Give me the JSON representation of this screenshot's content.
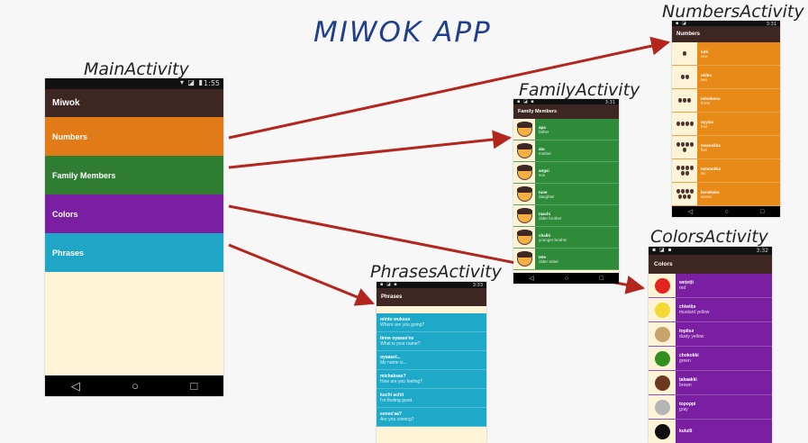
{
  "title": "MIWOK APP",
  "main": {
    "label": "MainActivity",
    "status_icons": "▾ ◪ ▮",
    "time": "1:55",
    "app_title": "Miwok",
    "categories": [
      {
        "label": "Numbers",
        "color": "#e07b17"
      },
      {
        "label": "Family Members",
        "color": "#2e7d32"
      },
      {
        "label": "Colors",
        "color": "#7b1fa2"
      },
      {
        "label": "Phrases",
        "color": "#1fa6c6"
      }
    ],
    "nav": {
      "back": "◁",
      "home": "○",
      "recents": "□"
    }
  },
  "numbers": {
    "label": "NumbersActivity",
    "status_icons": "▪ ◪",
    "time": "3:31",
    "app_title": "Numbers",
    "color": "#e88a17",
    "items": [
      {
        "miwok": "lutti",
        "english": "one",
        "count": 1
      },
      {
        "miwok": "otiiko",
        "english": "two",
        "count": 2
      },
      {
        "miwok": "tolookosu",
        "english": "three",
        "count": 3
      },
      {
        "miwok": "oyyisa",
        "english": "four",
        "count": 4
      },
      {
        "miwok": "massokka",
        "english": "five",
        "count": 5
      },
      {
        "miwok": "temmokka",
        "english": "six",
        "count": 6
      },
      {
        "miwok": "kenekaku",
        "english": "seven",
        "count": 7
      }
    ]
  },
  "family": {
    "label": "FamilyActivity",
    "status_icons": "▪ ◪ ▪",
    "time": "3:31",
    "app_title": "Family Members",
    "color": "#2e8b3a",
    "items": [
      {
        "miwok": "apa",
        "english": "father"
      },
      {
        "miwok": "ata",
        "english": "mother"
      },
      {
        "miwok": "angsi",
        "english": "son"
      },
      {
        "miwok": "tune",
        "english": "daughter"
      },
      {
        "miwok": "taachi",
        "english": "older brother"
      },
      {
        "miwok": "chaliti",
        "english": "younger brother"
      },
      {
        "miwok": "tete",
        "english": "older sister"
      }
    ]
  },
  "phrases": {
    "label": "PhrasesActivity",
    "status_icons": "▪ ◪ ▪",
    "time": "3:33",
    "app_title": "Phrases",
    "color": "#1fa9c9",
    "items": [
      {
        "miwok": "minto wuksus",
        "english": "Where are you going?"
      },
      {
        "miwok": "tinne oyaase'ne",
        "english": "What is your name?"
      },
      {
        "miwok": "oyaaset...",
        "english": "My name is..."
      },
      {
        "miwok": "michaksas?",
        "english": "How are you feeling?"
      },
      {
        "miwok": "kuchi achit",
        "english": "I'm feeling good."
      },
      {
        "miwok": "eenes'aa?",
        "english": "Are you coming?"
      }
    ]
  },
  "colors": {
    "label": "ColorsActivity",
    "status_icons": "▪ ◪ ▪",
    "time": "3:32",
    "app_title": "Colors",
    "color": "#7b1fa2",
    "items": [
      {
        "miwok": "weṭeṭṭi",
        "english": "red",
        "swatch": "#e52421"
      },
      {
        "miwok": "chiwiiṭә",
        "english": "mustard yellow",
        "swatch": "#f4d933"
      },
      {
        "miwok": "topiisә",
        "english": "dusty yellow",
        "swatch": "#c9a46a"
      },
      {
        "miwok": "chokokki",
        "english": "green",
        "swatch": "#2f8f1f"
      },
      {
        "miwok": "ṭakaakki",
        "english": "brown",
        "swatch": "#6b3a1e"
      },
      {
        "miwok": "topoppi",
        "english": "gray",
        "swatch": "#b5b5b5"
      },
      {
        "miwok": "kululli",
        "english": "",
        "swatch": "#111111"
      }
    ]
  },
  "colors_meta": {
    "arrow": "#b3261e",
    "title": "#1f3f8c"
  }
}
